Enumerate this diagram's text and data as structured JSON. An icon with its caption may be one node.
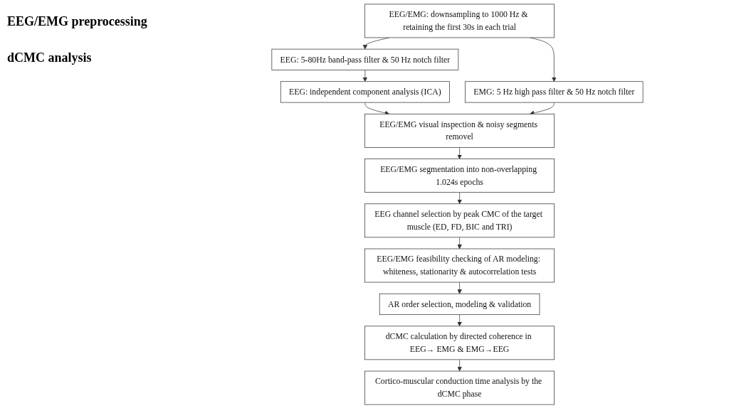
{
  "diagram": {
    "nodes": [
      {
        "text": [
          "EEG/EMG: downsampling to 1000 Hz & retaining the first 30s in each trial"
        ]
      },
      {
        "text": [
          "EEG: 5-80Hz band-pass filter & 50 Hz notch filter"
        ]
      },
      {
        "text": [
          "EMG: 5 Hz high pass filter & 50 Hz notch filter"
        ]
      },
      {
        "text": [
          "EEG: independent component analysis (ICA)"
        ]
      },
      {
        "text": [
          "EEG/EMG visual inspection & noisy segments removel"
        ]
      },
      {
        "text": [
          "EEG/EMG segmentation into non-overlapping 1.024s epochs"
        ]
      },
      {
        "text": [
          "EEG channel selection by peak CMC of the target muscle (ED, FD, BIC and TRI)"
        ]
      },
      {
        "text": [
          "EEG/EMG feasibility checking of AR modeling: whiteness, stationarity & autocorrelation tests"
        ]
      },
      {
        "text": [
          "AR order selection, modeling & validation"
        ]
      },
      {
        "text": [
          "dCMC calculation by directed coherence in EEG→ EMG & EMG→EEG"
        ]
      },
      {
        "text": [
          "Cortico-muscular conduction time analysis by the dCMC phase"
        ]
      }
    ],
    "edges": [
      {
        "from": 0,
        "to": 1,
        "arrow": "to"
      },
      {
        "from": 0,
        "to": 2,
        "arrow": "to"
      },
      {
        "from": 1,
        "to": 3,
        "arrow": "to"
      },
      {
        "from": 3,
        "to": 4,
        "arrow": "to"
      },
      {
        "from": 2,
        "to": 4,
        "arrow": "to"
      },
      {
        "from": 4,
        "to": 5,
        "arrow": "to"
      },
      {
        "from": 5,
        "to": 6,
        "arrow": "to"
      },
      {
        "from": 6,
        "to": 7,
        "arrow": "to"
      },
      {
        "from": 7,
        "to": 8,
        "arrow": "to"
      },
      {
        "from": 8,
        "to": 9,
        "arrow": "to"
      },
      {
        "from": 9,
        "to": 10,
        "arrow": "to"
      }
    ],
    "labels": [
      "EEG/EMG preprocessing",
      "dCMC analysis"
    ]
  }
}
